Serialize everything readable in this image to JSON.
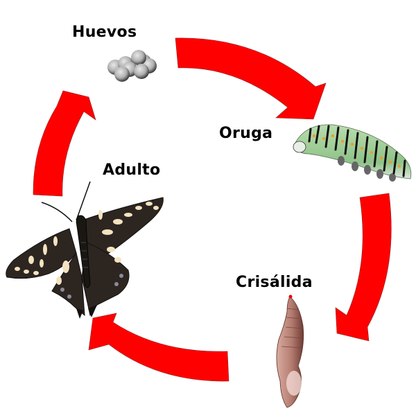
{
  "diagram": {
    "type": "cycle",
    "description": "Ciclo de vida de la mariposa",
    "arrow_color": "#ff0000",
    "stages": [
      {
        "id": "huevos",
        "label": "Huevos",
        "icon": "eggs-icon"
      },
      {
        "id": "oruga",
        "label": "Oruga",
        "icon": "caterpillar-icon"
      },
      {
        "id": "crisalida",
        "label": "Crisálida",
        "icon": "chrysalis-icon"
      },
      {
        "id": "adulto",
        "label": "Adulto",
        "icon": "butterfly-icon"
      }
    ],
    "arrows": [
      {
        "from": "huevos",
        "to": "oruga"
      },
      {
        "from": "oruga",
        "to": "crisalida"
      },
      {
        "from": "crisalida",
        "to": "adulto"
      },
      {
        "from": "adulto",
        "to": "huevos"
      }
    ]
  }
}
